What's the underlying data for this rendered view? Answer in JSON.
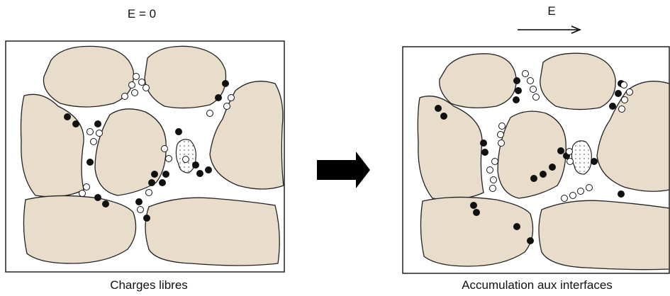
{
  "left_panel": {
    "field_label": "E = 0",
    "caption": "Charges libres"
  },
  "right_panel": {
    "field_label": "E",
    "caption": "Accumulation aux interfaces"
  },
  "colors": {
    "grain_fill": "#e8dccb",
    "grain_stroke": "#222222",
    "charge_filled": "#111111",
    "charge_open": "#ffffff",
    "arrow": "#000000"
  }
}
